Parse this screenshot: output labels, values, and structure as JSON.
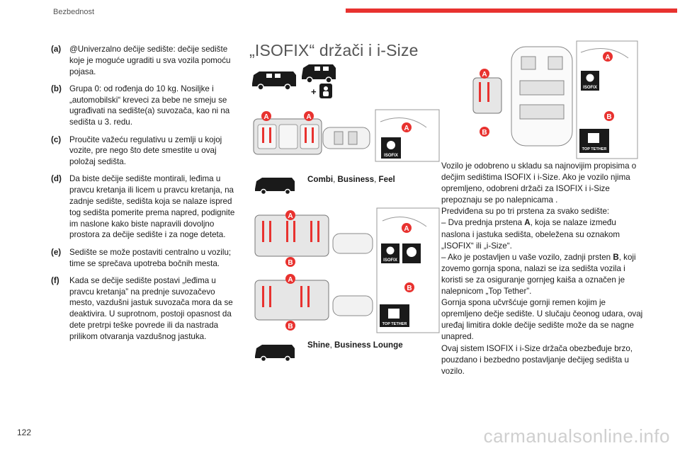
{
  "header": {
    "section": "Bezbednost",
    "accent_color": "#e8322f"
  },
  "page_number": "122",
  "notes": [
    {
      "label": "(a)",
      "text": "@Univerzalno dečije sedište: dečije sedište koje je moguće ugraditi u sva vozila pomoću pojasa."
    },
    {
      "label": "(b)",
      "text": "Grupa 0: od rođenja do 10 kg. Nosiljke i „automobilski“ kreveci za bebe ne smeju se ugrađivati na sedište(a) suvozača, kao ni na sedišta u 3. redu."
    },
    {
      "label": "(c)",
      "text": "Proučite važeću regulativu u zemlji u kojoj vozite, pre nego što dete smestite u ovaj položaj sedišta."
    },
    {
      "label": "(d)",
      "text": "Da biste dečije sedište montirali, leđima u pravcu kretanja ili licem u pravcu kretanja, na zadnje sedište, sedišta koja se nalaze ispred tog sedišta pomerite prema napred, podignite im naslone kako biste napravili dovoljno prostora za dečije sedište i za noge deteta."
    },
    {
      "label": "(e)",
      "text": "Sedište se može postaviti centralno u vozilu; time se sprečava upotreba bočnih mesta."
    },
    {
      "label": "(f)",
      "text": "Kada se dečije sedište postavi „leđima u pravcu kretanja” na prednje suvozačevo mesto, vazdušni jastuk suvozača mora da se deaktivira. U suprotnom, postoji opasnost da dete pretrpi teške povrede ili da nastrada prilikom otvaranja vazdušnog jastuka."
    }
  ],
  "section_title": "„ISOFIX“ držači i i-Size",
  "variants": {
    "first": {
      "name": "Combi",
      "sep1": ", ",
      "name2": "Business",
      "sep2": ", ",
      "name3": "Feel"
    },
    "second": {
      "name": "Shine",
      "sep1": ", ",
      "name2": "Business Lounge"
    }
  },
  "markers": {
    "a": "A",
    "b": "B"
  },
  "labels": {
    "isofix": "ISOFIX",
    "top_tether": "TOP TETHER"
  },
  "body": {
    "intro": "Vozilo je odobreno u skladu sa najnovijim propisima o dečjim sedištima ISOFIX i i-Size. Ako je vozilo njima opremljeno, odobreni držači za ISOFIX i i-Size prepoznaju se po nalepnicama .",
    "rings_intro": "Predviđena su po tri prstena za svako sedište:",
    "item1_pre": "– Dva prednja prstena ",
    "item1_bold": "A",
    "item1_post": ", koja se nalaze između naslona i jastuka sedišta, obeležena su oznakom „ISOFIX“ ili „i-Size“.",
    "item2_pre": "– Ako je postavljen u vaše vozilo, zadnji prsten ",
    "item2_bold": "B",
    "item2_post": ", koji zovemo gornja spona, nalazi se iza sedišta vozila i koristi se za osiguranje gornjeg kaiša a označen je nalepnicom „Top Tether”.",
    "tether": "Gornja spona učvršćuje gornji remen kojim je opremljeno dečje sedište. U slučaju čeonog udara, ovaj uređaj limitira dokle dečije sedište može da se nagne unapred.",
    "summary": "Ovaj sistem ISOFIX i i-Size držača obezbeđuje brzo, pouzdano i bezbedno postavljanje dečijeg sedišta u vozilo."
  },
  "watermark": "carmanualsonline.info"
}
